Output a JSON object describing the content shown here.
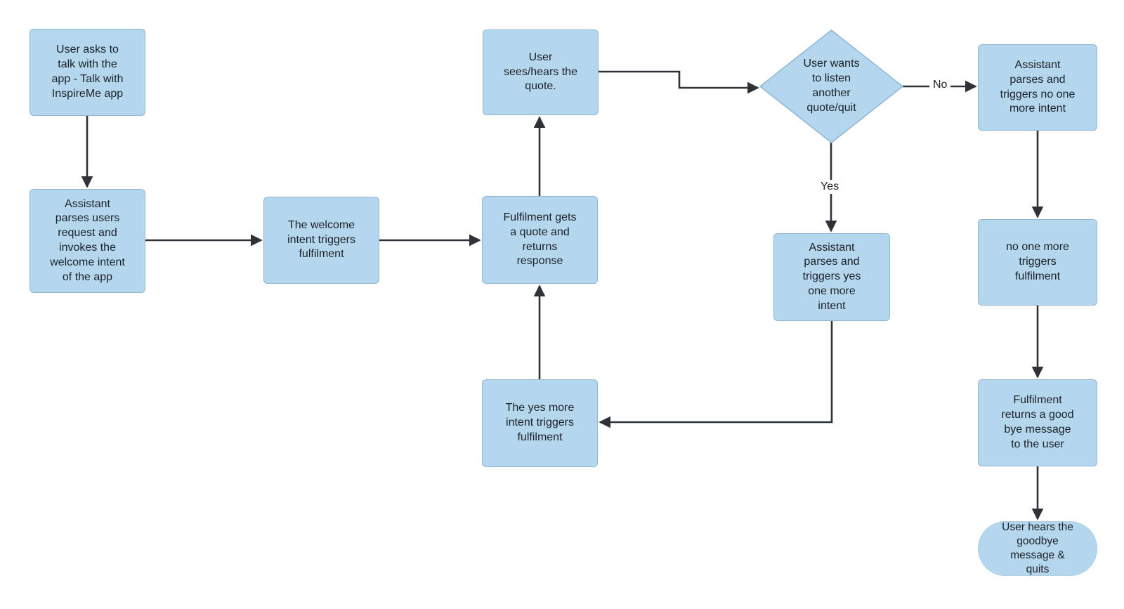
{
  "diagram": {
    "type": "flowchart",
    "colors": {
      "background": "#ffffff",
      "node_fill": "#b4d7ee",
      "node_border": "#8fb6d4",
      "connector": "#2f3237",
      "text": "#1c2026"
    },
    "nodes": {
      "user_asks": "User asks to\ntalk with the\napp - Talk with\nInspireMe app",
      "assistant_welcome": "Assistant\nparses users\nrequest and\ninvokes the\nwelcome intent\nof the app",
      "welcome_intent": "The welcome\nintent triggers\nfulfilment",
      "fulfilment_quote": "Fulfilment gets\na quote and\nreturns\nresponse",
      "user_sees": "User\nsees/hears the\nquote.",
      "decision": "User wants\nto listen\nanother\nquote/quit",
      "assistant_no": "Assistant\nparses and\ntriggers no one\nmore intent",
      "no_one_more": "no one more\ntriggers\nfulfilment",
      "fulfilment_goodbye": "Fulfilment\nreturns a good\nbye message\nto the user",
      "user_quits": "User hears the\ngoodbye\nmessage &\nquits",
      "assistant_yes": "Assistant\nparses and\ntriggers yes\none more\nintent",
      "yes_more_intent": "The yes more\nintent triggers\nfulfilment"
    },
    "edge_labels": {
      "no": "No",
      "yes": "Yes"
    }
  }
}
